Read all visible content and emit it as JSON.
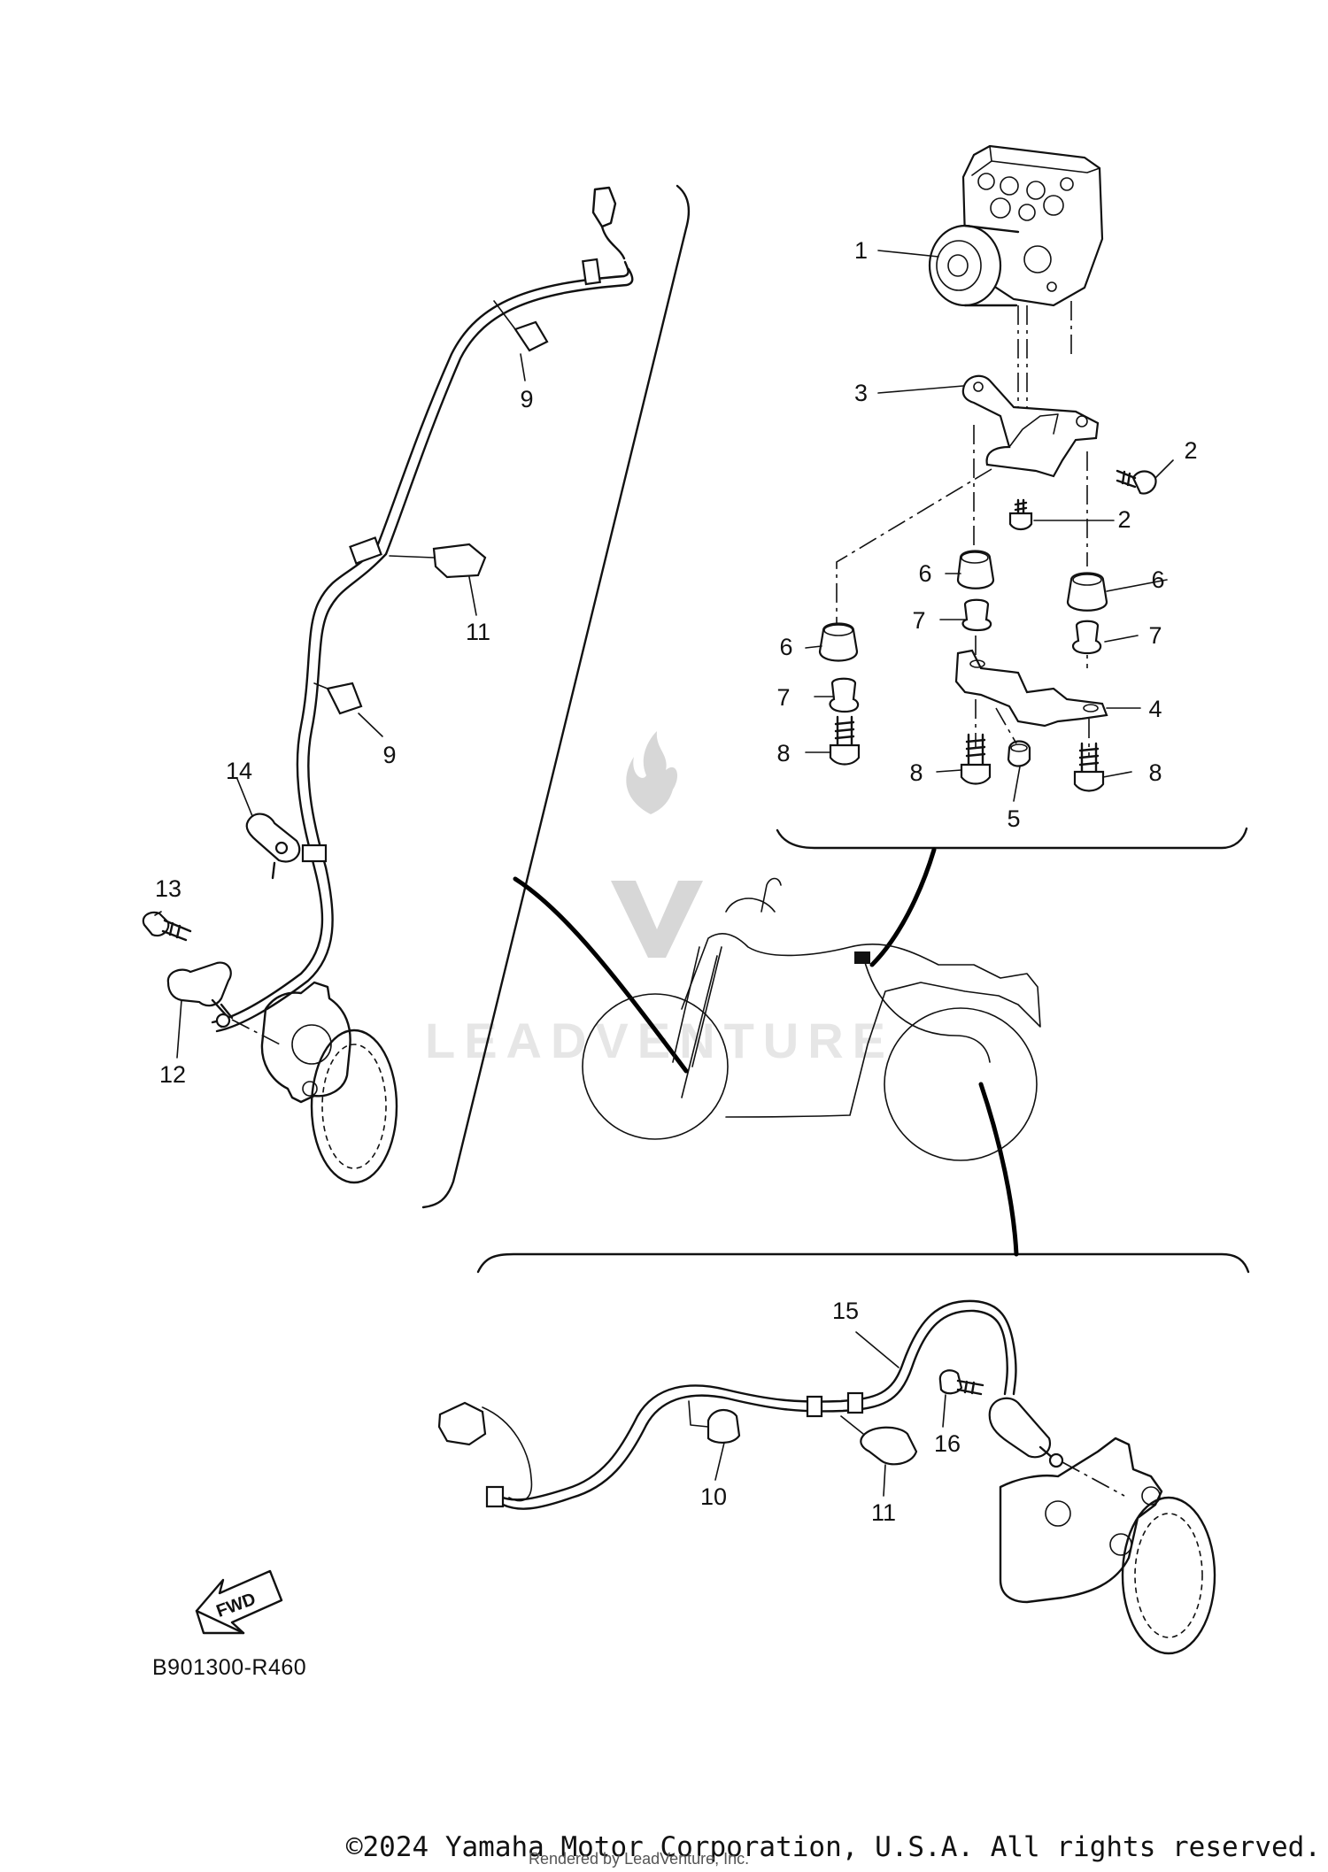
{
  "diagram": {
    "code": "B901300-R460",
    "fwd_label": "FWD",
    "watermark": "LEADVENTURE",
    "callouts": [
      {
        "id": "c1",
        "text": "1"
      },
      {
        "id": "c2a",
        "text": "2"
      },
      {
        "id": "c2b",
        "text": "2"
      },
      {
        "id": "c3",
        "text": "3"
      },
      {
        "id": "c4",
        "text": "4"
      },
      {
        "id": "c5",
        "text": "5"
      },
      {
        "id": "c6a",
        "text": "6"
      },
      {
        "id": "c6b",
        "text": "6"
      },
      {
        "id": "c6c",
        "text": "6"
      },
      {
        "id": "c7a",
        "text": "7"
      },
      {
        "id": "c7b",
        "text": "7"
      },
      {
        "id": "c7c",
        "text": "7"
      },
      {
        "id": "c8a",
        "text": "8"
      },
      {
        "id": "c8b",
        "text": "8"
      },
      {
        "id": "c8c",
        "text": "8"
      },
      {
        "id": "c9a",
        "text": "9"
      },
      {
        "id": "c9b",
        "text": "9"
      },
      {
        "id": "c10",
        "text": "10"
      },
      {
        "id": "c11a",
        "text": "11"
      },
      {
        "id": "c11b",
        "text": "11"
      },
      {
        "id": "c12",
        "text": "12"
      },
      {
        "id": "c13",
        "text": "13"
      },
      {
        "id": "c14",
        "text": "14"
      },
      {
        "id": "c15",
        "text": "15"
      },
      {
        "id": "c16",
        "text": "16"
      }
    ]
  },
  "footer": {
    "copyright": "©2024 Yamaha Motor Corporation, U.S.A. All rights reserved.",
    "rendered_by": "Rendered by LeadVenture, Inc."
  },
  "colors": {
    "line": "#111111",
    "watermark": "#d7d7d7",
    "background": "#ffffff"
  }
}
